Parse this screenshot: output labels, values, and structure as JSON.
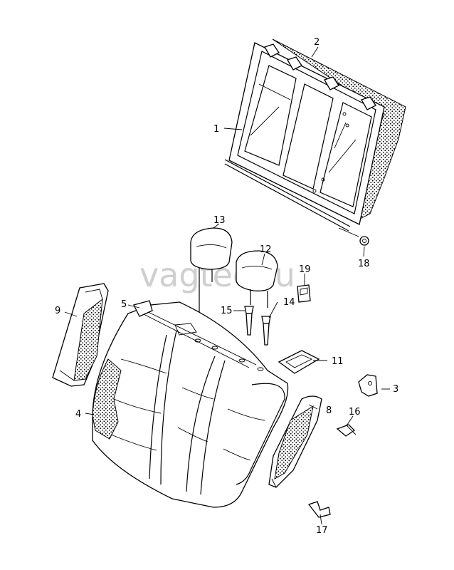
{
  "watermark": "vagtec.ru",
  "callouts": [
    {
      "id": "1",
      "label": "1"
    },
    {
      "id": "2",
      "label": "2"
    },
    {
      "id": "3",
      "label": "3"
    },
    {
      "id": "4",
      "label": "4"
    },
    {
      "id": "5",
      "label": "5"
    },
    {
      "id": "8",
      "label": "8"
    },
    {
      "id": "9",
      "label": "9"
    },
    {
      "id": "11",
      "label": "11"
    },
    {
      "id": "12",
      "label": "12"
    },
    {
      "id": "13",
      "label": "13"
    },
    {
      "id": "14",
      "label": "14"
    },
    {
      "id": "15",
      "label": "15"
    },
    {
      "id": "16",
      "label": "16"
    },
    {
      "id": "17",
      "label": "17"
    },
    {
      "id": "18",
      "label": "18"
    },
    {
      "id": "19",
      "label": "19"
    }
  ]
}
